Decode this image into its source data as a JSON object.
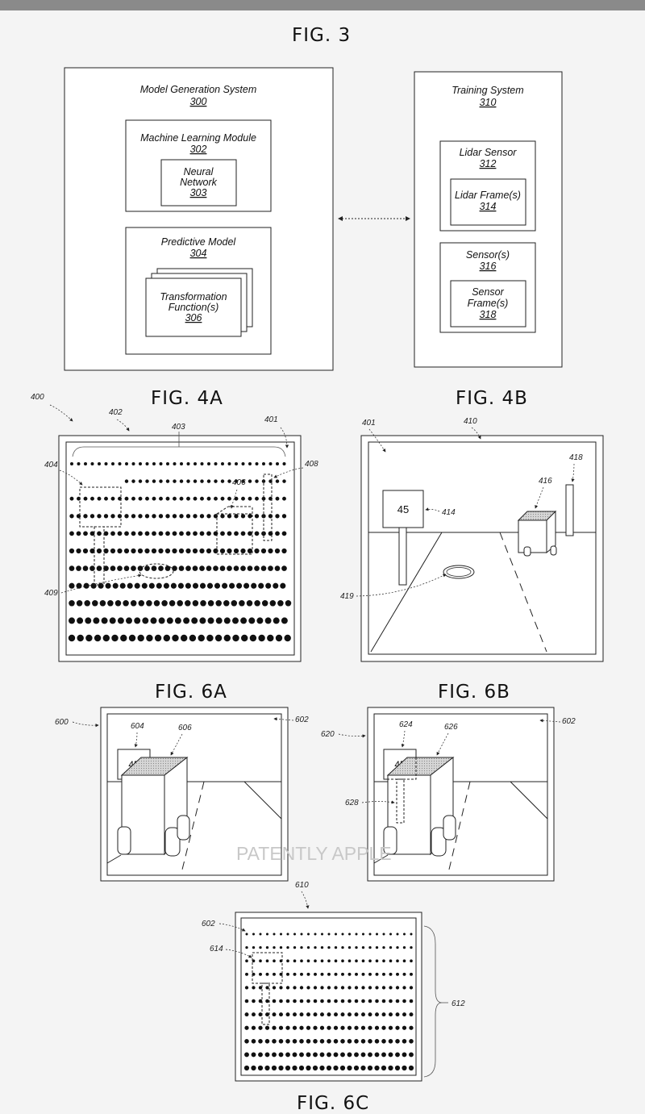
{
  "figures": {
    "fig3": "FIG. 3",
    "fig4a": "FIG. 4A",
    "fig4b": "FIG. 4B",
    "fig6a": "FIG. 6A",
    "fig6b": "FIG. 6B",
    "fig6c": "FIG. 6C"
  },
  "fig3": {
    "model_generation_system": {
      "title": "Model Generation System",
      "ref": "300"
    },
    "machine_learning_module": {
      "title": "Machine Learning Module",
      "ref": "302"
    },
    "neural_network": {
      "line1": "Neural",
      "line2": "Network",
      "ref": "303"
    },
    "predictive_model": {
      "title": "Predictive Model",
      "ref": "304"
    },
    "transformation_function": {
      "line1": "Transformation",
      "line2": "Function(s)",
      "ref": "306"
    },
    "training_system": {
      "title": "Training System",
      "ref": "310"
    },
    "lidar_sensor": {
      "title": "Lidar Sensor",
      "ref": "312"
    },
    "lidar_frames": {
      "title": "Lidar Frame(s)",
      "ref": "314"
    },
    "sensors": {
      "title": "Sensor(s)",
      "ref": "316"
    },
    "sensor_frames": {
      "line1": "Sensor",
      "line2": "Frame(s)",
      "ref": "318"
    }
  },
  "fig4a": {
    "ref_400": "400",
    "ref_402": "402",
    "ref_403": "403",
    "ref_401": "401",
    "ref_404": "404",
    "ref_406": "406",
    "ref_408": "408",
    "ref_409": "409"
  },
  "fig4b": {
    "ref_401": "401",
    "ref_410": "410",
    "ref_418": "418",
    "ref_416": "416",
    "ref_414": "414",
    "ref_419": "419",
    "sign_value": "45"
  },
  "fig6a": {
    "ref_600": "600",
    "ref_604": "604",
    "ref_606": "606",
    "ref_602": "602",
    "sign_value": "45"
  },
  "fig6b": {
    "ref_620": "620",
    "ref_624": "624",
    "ref_626": "626",
    "ref_602": "602",
    "ref_628": "628",
    "sign_value": "45"
  },
  "fig6c": {
    "ref_610": "610",
    "ref_602": "602",
    "ref_614": "614",
    "ref_612": "612"
  },
  "watermark": "PATENTLY APPLE"
}
